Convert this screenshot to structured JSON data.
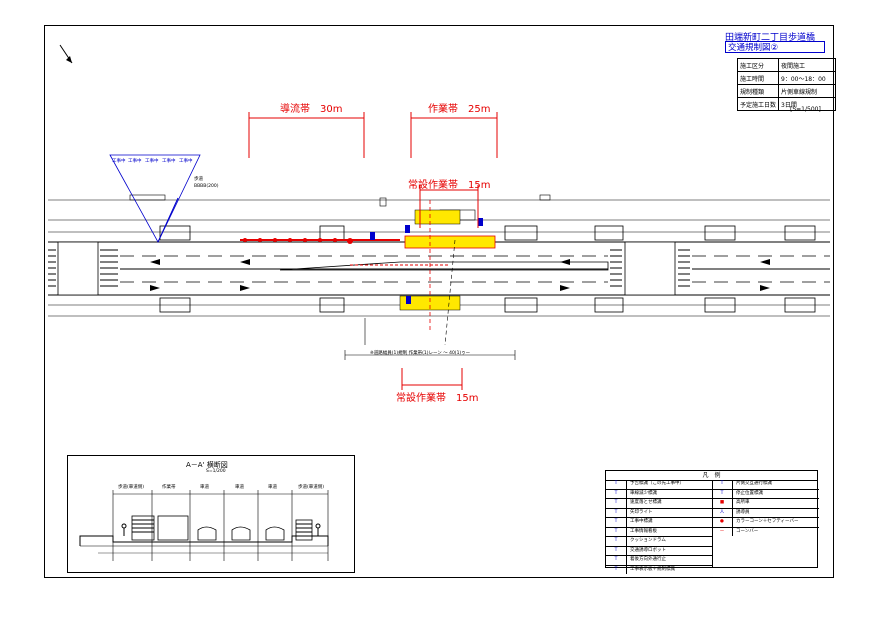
{
  "header": {
    "project_title": "田端新町二丁目歩道橋",
    "drawing_title": "交通規制図②"
  },
  "info_table": [
    {
      "label": "施工区分",
      "value": "夜間施工"
    },
    {
      "label": "施工時間",
      "value": "9：00～18：00"
    },
    {
      "label": "規制種類",
      "value": "片側車線規制"
    },
    {
      "label": "予定施工日数",
      "value": "3日間"
    }
  ],
  "scale_note": "[S=1/500]",
  "dimensions": {
    "guide_zone": "導流帯　30m",
    "work_zone": "作業帯　25m",
    "permanent_work_north": "常設作業帯　15m",
    "permanent_work_south": "常設作業帯　15m",
    "centerline_note": "※道路幅員(1)規制 作業帯(1)レーン ～ 40(1)ゥー",
    "north_block_label": "歩道",
    "north_block_note": "BBBB(200)"
  },
  "sign_panel": {
    "labels": [
      "工事中",
      "工事中",
      "工事中",
      "工事中",
      "工事中"
    ]
  },
  "cross_section": {
    "title": "A－A' 横断図",
    "scale": "S=1/200",
    "columns": [
      "歩道(車道側)",
      "作業帯",
      "車道",
      "車道",
      "車道",
      "歩道(車道側)"
    ]
  },
  "legend": {
    "header": "凡　例",
    "left": [
      {
        "icon": "T",
        "label": "予告標識（この先工事中）"
      },
      {
        "icon": "T",
        "label": "車線減少標識"
      },
      {
        "icon": "T",
        "label": "速度落とせ標識"
      },
      {
        "icon": "T",
        "label": "矢印ライト"
      },
      {
        "icon": "T",
        "label": "工事中標識"
      },
      {
        "icon": "T",
        "label": "工事情報看板"
      },
      {
        "icon": "T",
        "label": "クッションドラム"
      },
      {
        "icon": "T",
        "label": "交通誘導ロボット"
      },
      {
        "icon": "T",
        "label": "着後方向外通行止"
      },
      {
        "icon": "T",
        "label": "工事表示板＋規制標識"
      }
    ],
    "right": [
      {
        "icon": "T",
        "label": "片側交互通行標識"
      },
      {
        "icon": "T",
        "label": "停止位置標識"
      },
      {
        "icon": "■",
        "label": "高所車"
      },
      {
        "icon": "人",
        "label": "誘導員"
      },
      {
        "icon": "●",
        "label": "カラーコーン＋セフティーバー"
      },
      {
        "icon": "ー",
        "label": "コーンバー"
      }
    ]
  },
  "colors": {
    "blue": "#0000cc",
    "red": "#e60000",
    "yellow": "#ffe800",
    "road": "#000000"
  }
}
